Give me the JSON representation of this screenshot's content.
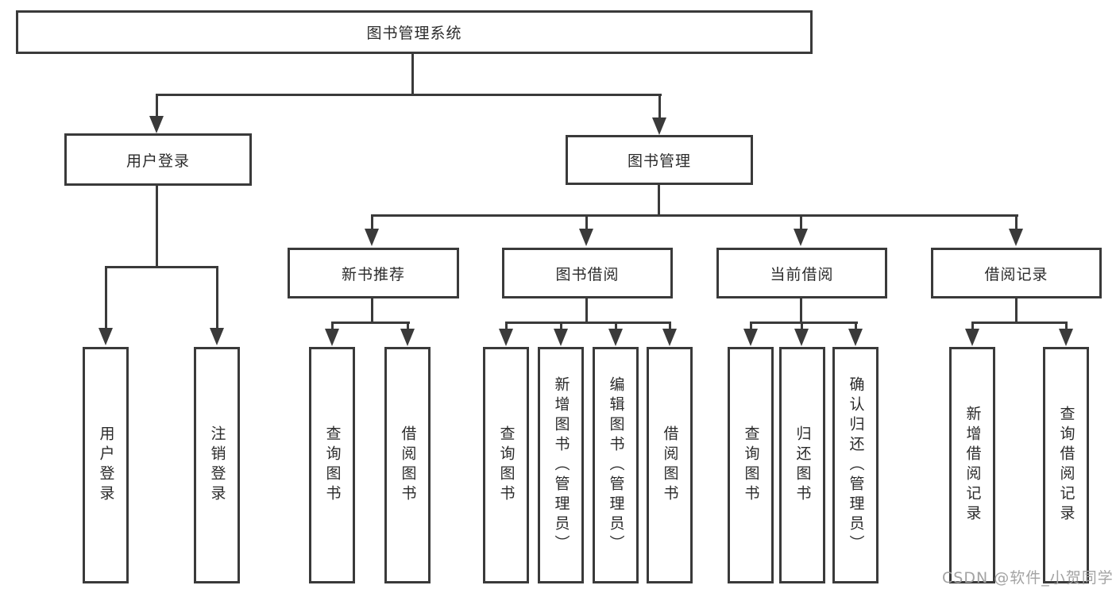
{
  "tree": {
    "root": {
      "label": "图书管理系统"
    },
    "branches": [
      {
        "label": "用户登录",
        "children": [
          {
            "label": "用户登录"
          },
          {
            "label": "注销登录"
          }
        ]
      },
      {
        "label": "图书管理",
        "children": [
          {
            "label": "新书推荐",
            "children": [
              {
                "label": "查询图书"
              },
              {
                "label": "借阅图书"
              }
            ]
          },
          {
            "label": "图书借阅",
            "children": [
              {
                "label": "查询图书"
              },
              {
                "label": "新增图书（管理员）"
              },
              {
                "label": "编辑图书（管理员）"
              },
              {
                "label": "借阅图书"
              }
            ]
          },
          {
            "label": "当前借阅",
            "children": [
              {
                "label": "查询图书"
              },
              {
                "label": "归还图书"
              },
              {
                "label": "确认归还（管理员）"
              }
            ]
          },
          {
            "label": "借阅记录",
            "children": [
              {
                "label": "新增借阅记录"
              },
              {
                "label": "查询借阅记录"
              }
            ]
          }
        ]
      }
    ]
  },
  "watermark": {
    "text": "CSDN @软件_小贺同学"
  },
  "colors": {
    "line": "#3a3a3a",
    "text": "#2b2b2b",
    "background": "#ffffff",
    "watermark": "#a3a3a3"
  }
}
